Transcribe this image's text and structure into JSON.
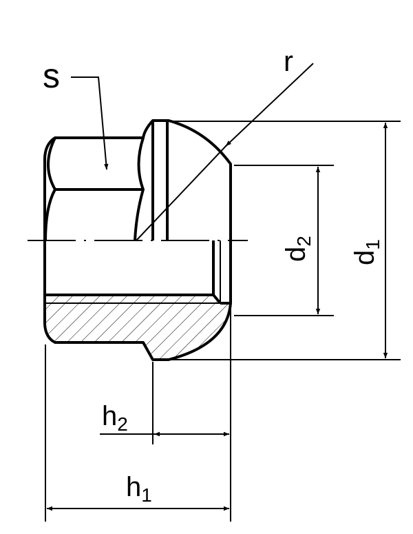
{
  "labels": {
    "s": "s",
    "r": "r",
    "d1_main": "d",
    "d1_sub": "1",
    "d2_main": "d",
    "d2_sub": "2",
    "h1_main": "h",
    "h1_sub": "1",
    "h2_main": "h",
    "h2_sub": "2"
  },
  "colors": {
    "line": "#000000",
    "background": "#ffffff"
  }
}
